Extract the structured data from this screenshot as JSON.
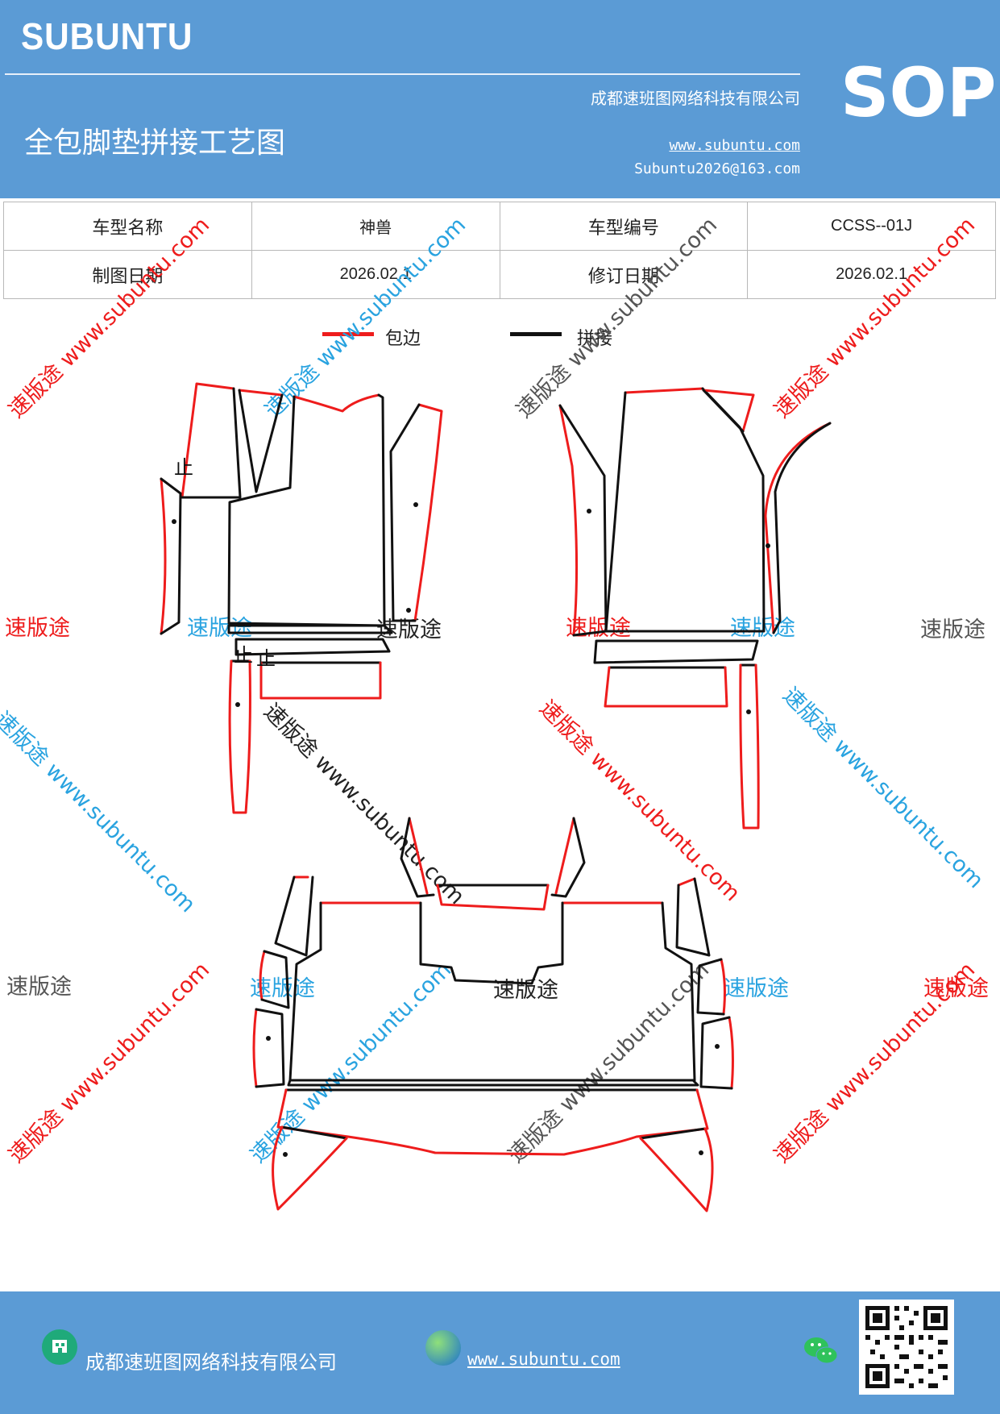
{
  "header": {
    "brand": "SUBUNTU",
    "title": "全包脚垫拼接工艺图",
    "company": "成都速班图网络科技有限公司",
    "website": "www.subuntu.com",
    "email": "Subuntu2026@163.com",
    "badge": "SOP",
    "background_color": "#5b9bd5"
  },
  "info_table": {
    "rows": [
      [
        "车型名称",
        "神兽",
        "车型编号",
        "CCSS--01J"
      ],
      [
        "制图日期",
        "2026.02.1",
        "修订日期",
        "2026.02.1"
      ]
    ]
  },
  "legend": [
    {
      "label": "包边",
      "color": "#ee1c1c"
    },
    {
      "label": "拼接",
      "color": "#111111"
    }
  ],
  "watermark": {
    "brand_cn": "速版途",
    "site": "www.subuntu.com",
    "colors": [
      "#ee1c1c",
      "#29a3e0",
      "#555555"
    ]
  },
  "drawing": {
    "stop_marks": [
      "止",
      "止",
      "止"
    ]
  },
  "footer": {
    "company": "成都速班图网络科技有限公司",
    "website": "www.subuntu.com",
    "icons": [
      "building-icon",
      "globe-icon",
      "wechat-icon",
      "qr-code"
    ]
  }
}
